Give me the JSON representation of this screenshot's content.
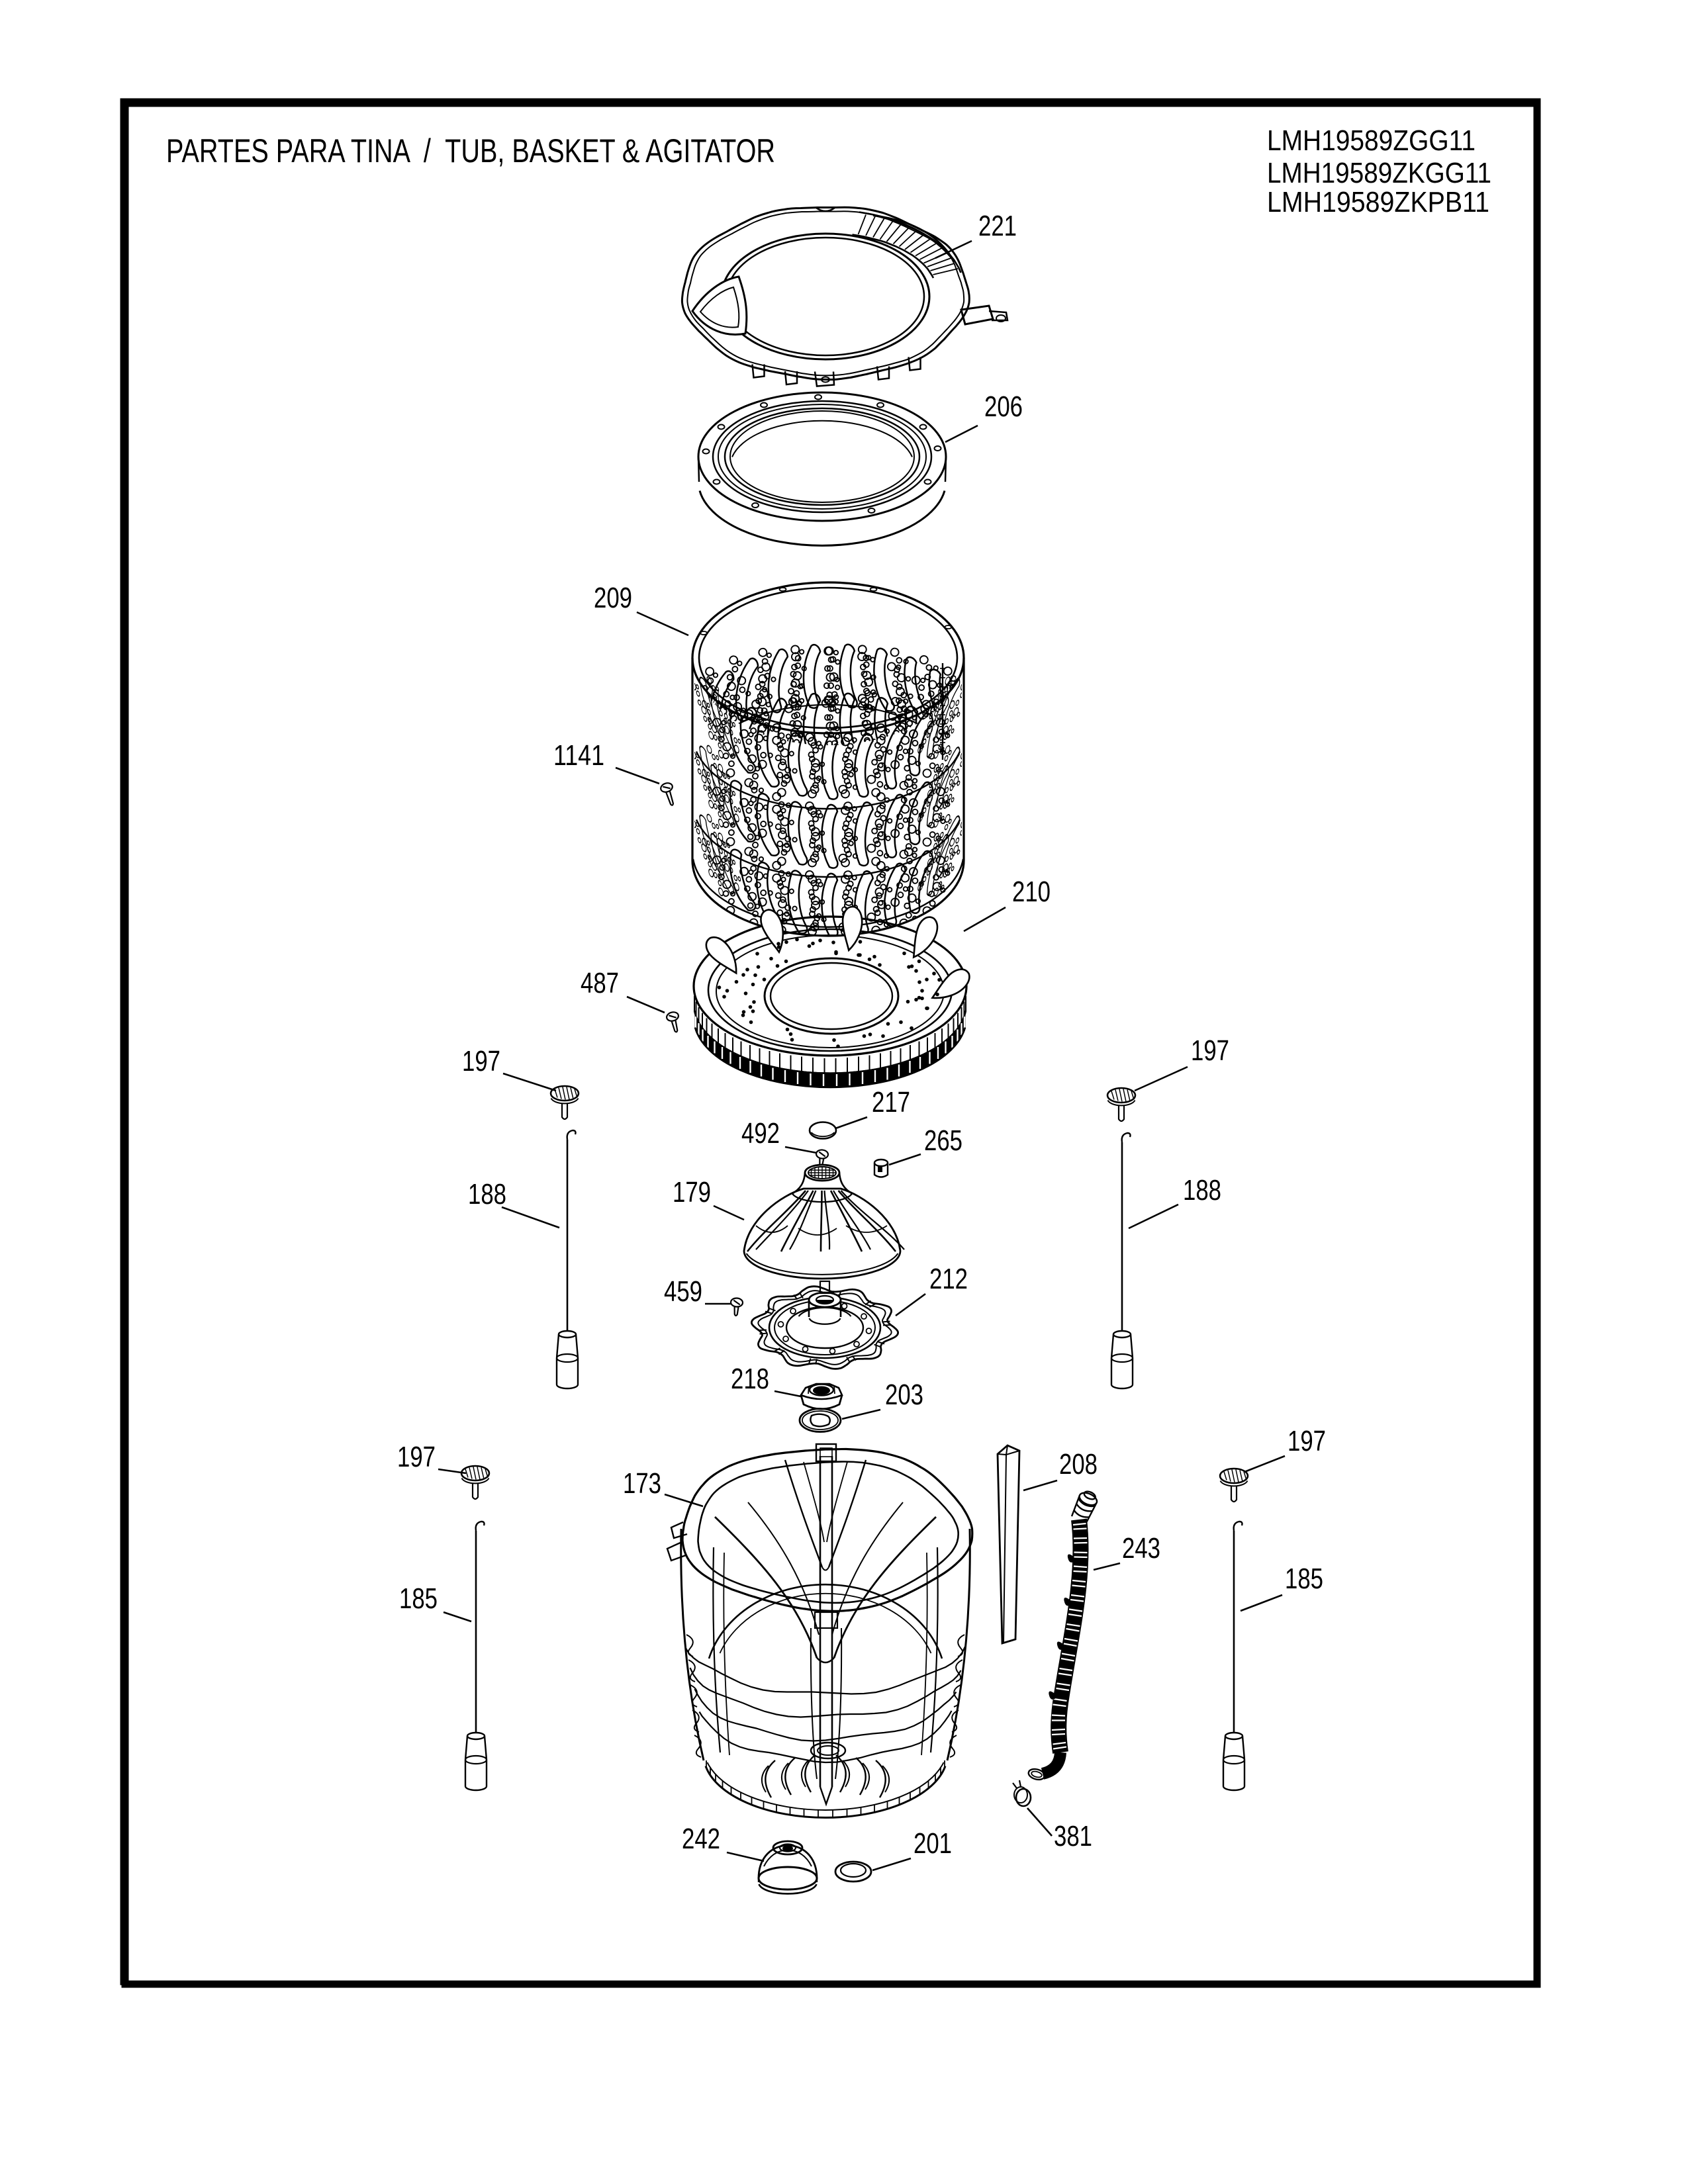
{
  "page": {
    "title": "PARTES PARA TINA  /  TUB, BASKET & AGITATOR",
    "model_codes": [
      "LMH19589ZGG11",
      "LMH19589ZKGG11",
      "LMH19589ZKPB11"
    ],
    "colors": {
      "ink": "#000000",
      "paper": "#ffffff"
    }
  },
  "diagram": {
    "description": "Exploded view of washer tub, basket and agitator assembly",
    "callouts": [
      {
        "part": "221",
        "component": "tub-cover"
      },
      {
        "part": "206",
        "component": "balance-ring"
      },
      {
        "part": "209",
        "component": "wash-basket"
      },
      {
        "part": "1141",
        "component": "screw"
      },
      {
        "part": "210",
        "component": "basket-base"
      },
      {
        "part": "487",
        "component": "screw"
      },
      {
        "part": "197",
        "component": "suspension-rod-cap-left-top"
      },
      {
        "part": "197",
        "component": "suspension-rod-cap-right-top"
      },
      {
        "part": "217",
        "component": "cap"
      },
      {
        "part": "492",
        "component": "screw"
      },
      {
        "part": "265",
        "component": "nut"
      },
      {
        "part": "188",
        "component": "suspension-rod-left"
      },
      {
        "part": "188",
        "component": "suspension-rod-right"
      },
      {
        "part": "179",
        "component": "impeller"
      },
      {
        "part": "212",
        "component": "rotor-hub"
      },
      {
        "part": "459",
        "component": "screw"
      },
      {
        "part": "218",
        "component": "nut"
      },
      {
        "part": "203",
        "component": "seal"
      },
      {
        "part": "197",
        "component": "suspension-rod-cap-left-bottom"
      },
      {
        "part": "173",
        "component": "outer-tub"
      },
      {
        "part": "208",
        "component": "strip"
      },
      {
        "part": "197",
        "component": "suspension-rod-cap-right-bottom"
      },
      {
        "part": "243",
        "component": "drain-hose"
      },
      {
        "part": "185",
        "component": "suspension-rod-left"
      },
      {
        "part": "185",
        "component": "suspension-rod-right"
      },
      {
        "part": "242",
        "component": "grommet"
      },
      {
        "part": "201",
        "component": "ring"
      },
      {
        "part": "381",
        "component": "clamp"
      }
    ]
  }
}
